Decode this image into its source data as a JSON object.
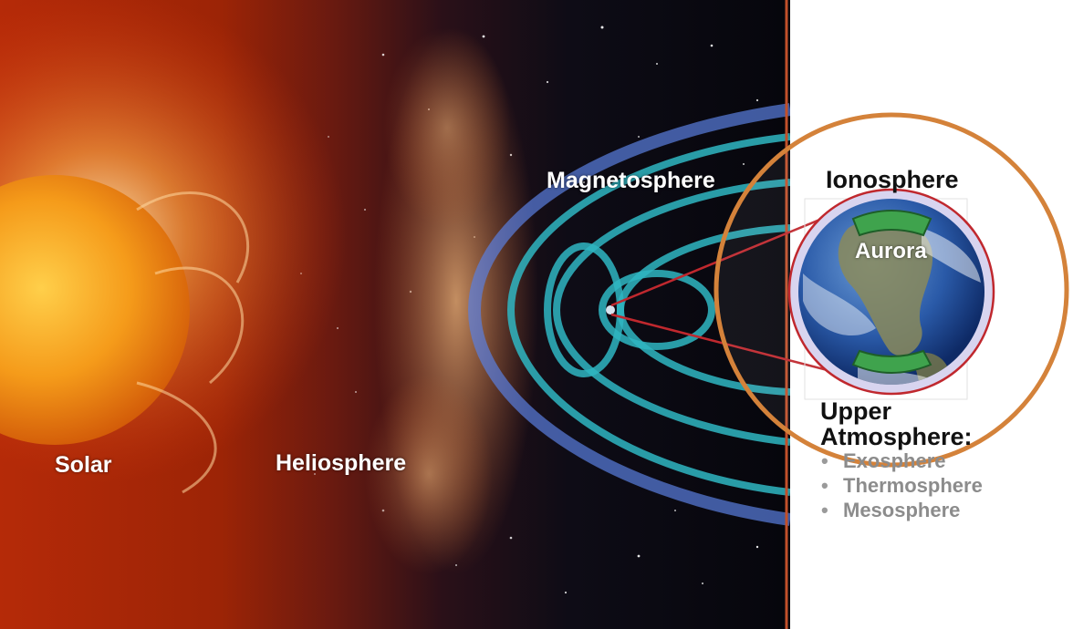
{
  "labels": {
    "solar": "Solar",
    "heliosphere": "Heliosphere",
    "magnetosphere": "Magnetosphere",
    "ionosphere": "Ionosphere",
    "aurora": "Aurora",
    "upper_atmosphere_line1": "Upper",
    "upper_atmosphere_line2": "Atmosphere:"
  },
  "atmosphere_layers": [
    "Exosphere",
    "Thermosphere",
    "Mesosphere"
  ],
  "colors": {
    "sun_core": "#f08a10",
    "space": "#0b0d16",
    "field_lines": "#2fb6c2",
    "zoom_ring": "#d4823a",
    "aurora_band": "#3fa34d",
    "pointer_lines": "#c0282e",
    "layer_text": "#8c8c8c"
  }
}
